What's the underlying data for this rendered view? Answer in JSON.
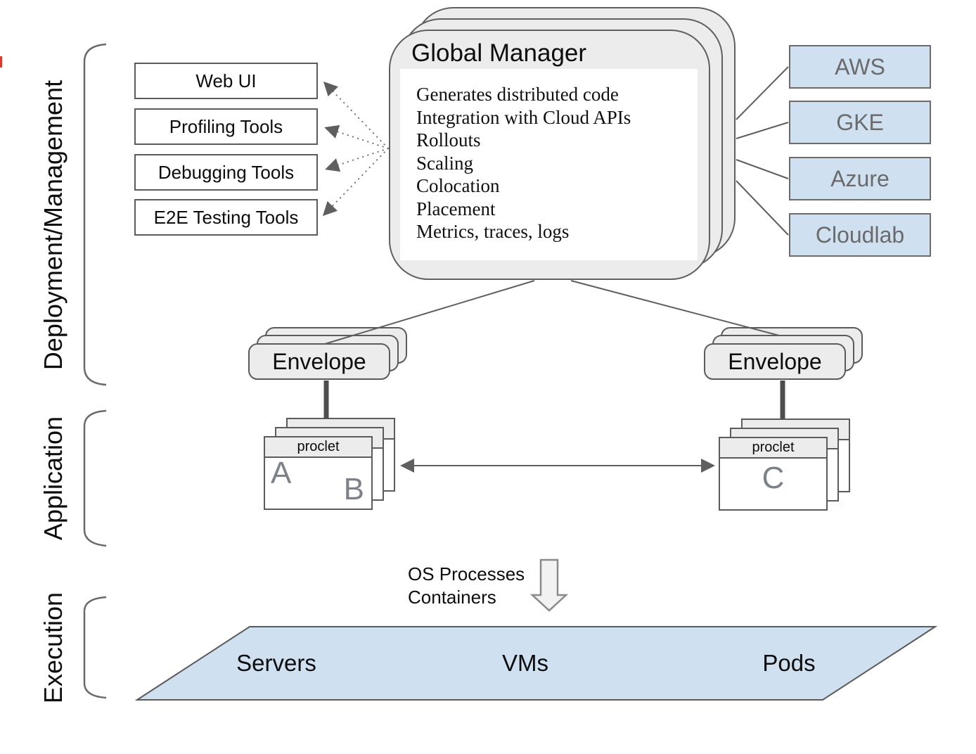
{
  "sections": {
    "deployment": "Deployment/Management",
    "application": "Application",
    "execution": "Execution"
  },
  "tools": [
    "Web UI",
    "Profiling Tools",
    "Debugging Tools",
    "E2E Testing Tools"
  ],
  "global_manager": {
    "title": "Global Manager",
    "features": [
      "Generates distributed code",
      "Integration with Cloud APIs",
      "Rollouts",
      "Scaling",
      "Colocation",
      "Placement",
      "Metrics, traces, logs"
    ]
  },
  "clouds": [
    "AWS",
    "GKE",
    "Azure",
    "Cloudlab"
  ],
  "envelope": {
    "left": "Envelope",
    "right": "Envelope"
  },
  "proclet": {
    "header_left": "proclet",
    "header_right": "proclet",
    "letter_a": "A",
    "letter_b": "B",
    "letter_c": "C"
  },
  "runtime_note": {
    "line1": "OS Processes",
    "line2": "Containers"
  },
  "platform": [
    "Servers",
    "VMs",
    "Pods"
  ],
  "colors": {
    "cloud_fill": "#cfe0f0",
    "card_fill": "#ececec",
    "border_gray": "#5b5b5b",
    "cloud_text": "#6b6b6b",
    "connector_gray": "#5f5f5f",
    "red_edge_mark": "#e03a2f"
  }
}
